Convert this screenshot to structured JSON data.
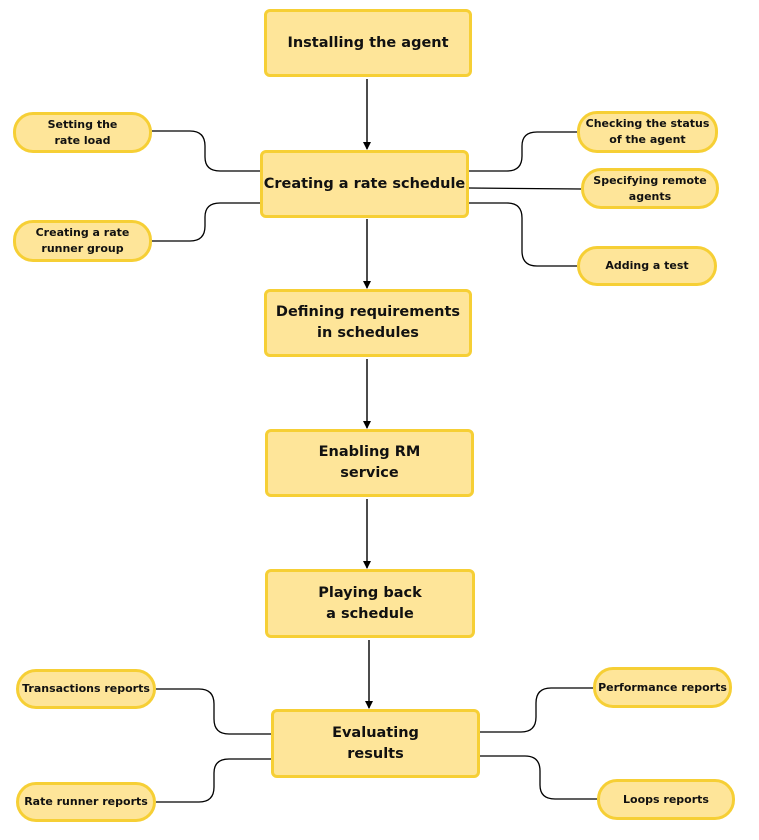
{
  "diagram": {
    "steps": [
      {
        "id": "installing",
        "lines": [
          "Installing the agent"
        ]
      },
      {
        "id": "creating-schedule",
        "lines": [
          "Creating a rate schedule"
        ]
      },
      {
        "id": "defining-requirements",
        "lines": [
          "Defining requirements",
          "in schedules"
        ]
      },
      {
        "id": "enabling-rm",
        "lines": [
          "Enabling RM",
          "service"
        ]
      },
      {
        "id": "playing-back",
        "lines": [
          "Playing back",
          "a schedule"
        ]
      },
      {
        "id": "evaluating",
        "lines": [
          "Evaluating",
          "results"
        ]
      }
    ],
    "schedule_options": {
      "setting_rate_load": [
        "Setting the",
        "rate load"
      ],
      "creating_runner_group": [
        "Creating a rate",
        "runner group"
      ],
      "checking_status": [
        "Checking the status",
        "of the agent"
      ],
      "specifying_remote": [
        "Specifying remote",
        "agents"
      ],
      "adding_test": [
        "Adding a test"
      ]
    },
    "reports": {
      "transactions": [
        "Transactions reports"
      ],
      "rate_runner": [
        "Rate runner reports"
      ],
      "performance": [
        "Performance reports"
      ],
      "loops": [
        "Loops reports"
      ]
    },
    "colors": {
      "node_fill": "#fee599",
      "node_border": "#f6cf35",
      "text": "#111111",
      "connector": "#000000"
    }
  }
}
